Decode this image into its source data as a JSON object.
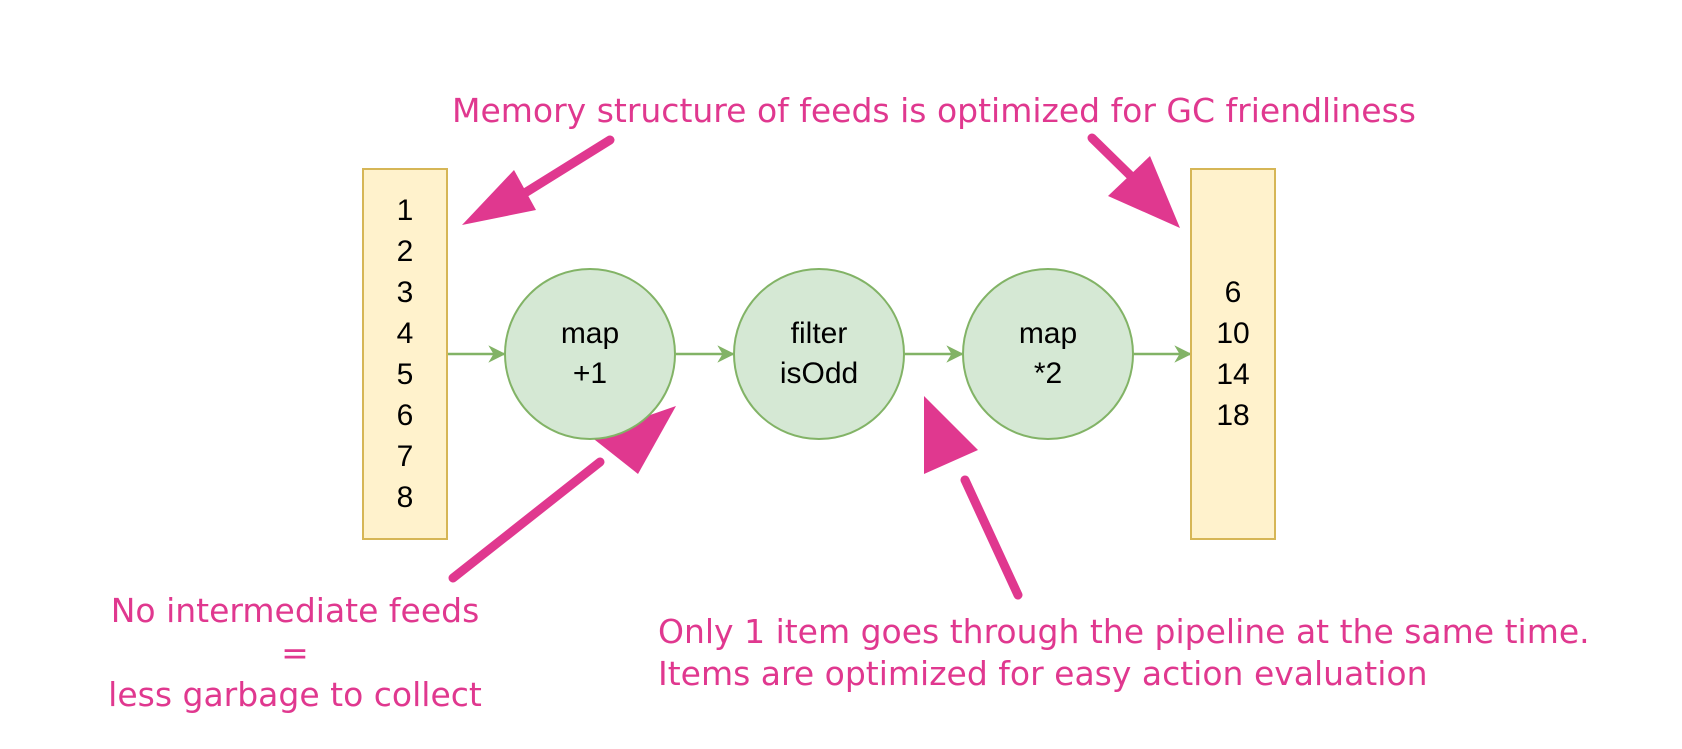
{
  "input_feed": {
    "values": [
      "1",
      "2",
      "3",
      "4",
      "5",
      "6",
      "7",
      "8"
    ]
  },
  "output_feed": {
    "values": [
      "6",
      "10",
      "14",
      "18"
    ]
  },
  "operations": [
    {
      "name": "map",
      "arg": "+1"
    },
    {
      "name": "filter",
      "arg": "isOdd"
    },
    {
      "name": "map",
      "arg": "*2"
    }
  ],
  "annotations": {
    "memory_structure": "Memory structure of feeds is optimized for GC friendliness",
    "no_intermediate": {
      "line1": "No intermediate feeds",
      "line2": "=",
      "line3": "less garbage to collect"
    },
    "one_item": {
      "line1": "Only 1 item goes through the pipeline at the same time.",
      "line2": "Items are optimized for easy action evaluation"
    }
  },
  "colors": {
    "annotation": "#e0388f",
    "feed_fill": "#fff2cc",
    "feed_stroke": "#d6b656",
    "node_fill": "#d5e8d4",
    "node_stroke": "#82b366"
  }
}
